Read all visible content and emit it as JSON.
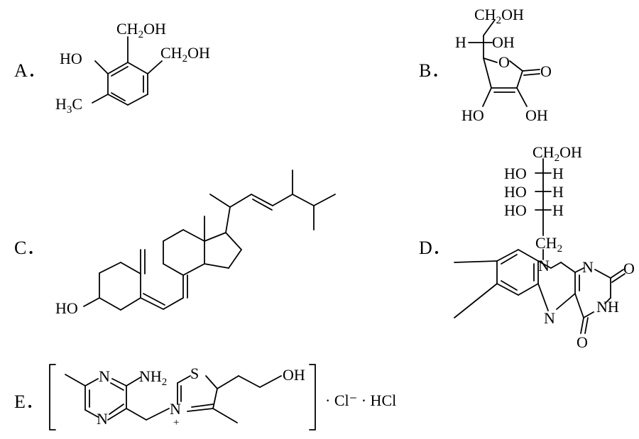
{
  "options": [
    {
      "key": "A",
      "label": "A．"
    },
    {
      "key": "B",
      "label": "B．"
    },
    {
      "key": "C",
      "label": "C．"
    },
    {
      "key": "D",
      "label": "D．"
    },
    {
      "key": "E",
      "label": "E．"
    }
  ],
  "structures": {
    "A": {
      "ho": "HO",
      "ch2oh_1": {
        "a": "CH",
        "sub": "2",
        "b": "OH"
      },
      "ch2oh_2": {
        "a": "CH",
        "sub": "2",
        "b": "OH"
      },
      "h3c": {
        "a": "H",
        "sub": "3",
        "b": "C"
      }
    },
    "B": {
      "ch2oh": {
        "a": "CH",
        "sub": "2",
        "b": "OH"
      },
      "h": "H",
      "oh_top": "OH",
      "ring_o": "O",
      "carbonyl_o": "O",
      "ho": "HO",
      "oh": "OH"
    },
    "C": {
      "ho": "HO"
    },
    "D": {
      "ch2oh": {
        "a": "CH",
        "sub": "2",
        "b": "OH"
      },
      "ho_h_rows": [
        {
          "ho": "HO",
          "h": "H"
        },
        {
          "ho": "HO",
          "h": "H"
        },
        {
          "ho": "HO",
          "h": "H"
        }
      ],
      "ch2": {
        "a": "CH",
        "sub": "2"
      },
      "n_top": "N",
      "n_right": "N",
      "o_right": "O",
      "nh": "NH",
      "n_bottom": "N",
      "o_bottom": "O"
    },
    "E": {
      "n1": "N",
      "nh2": {
        "a": "NH",
        "sub": "2"
      },
      "n2": "N",
      "s": "S",
      "oh": "OH",
      "n_plus": "N",
      "plus": "+",
      "suffix": "· Cl⁻ · HCl"
    }
  }
}
